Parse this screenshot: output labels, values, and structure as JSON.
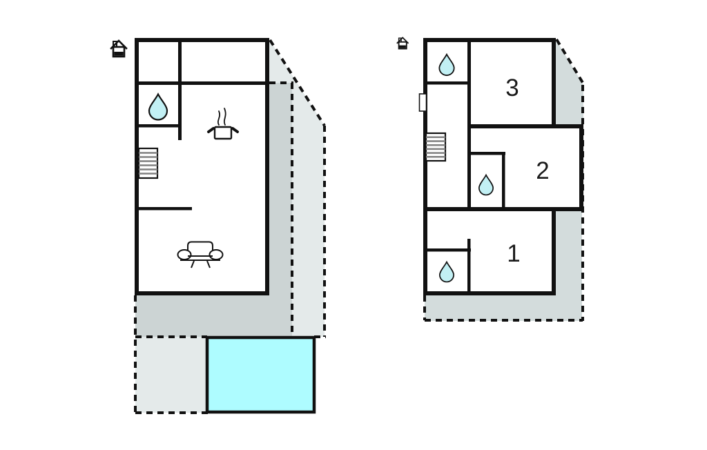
{
  "colors": {
    "background": "#ffffff",
    "wall": "#111111",
    "shade_dark": "#ccd4d4",
    "shade_light": "#e4eaea",
    "shade_right_plan": "#d3dcdc",
    "pool": "#aefcff",
    "water_drop": "#c2f0f4"
  },
  "left_plan": {
    "icons": [
      "house-icon",
      "water-drop-icon",
      "stairs-icon",
      "stove-icon",
      "sofa-icon",
      "pool"
    ]
  },
  "right_plan": {
    "icons": [
      "house-icon",
      "water-drop-icon",
      "stairs-icon",
      "window-marker"
    ],
    "rooms": [
      {
        "label": "3"
      },
      {
        "label": "2"
      },
      {
        "label": "1"
      }
    ]
  }
}
